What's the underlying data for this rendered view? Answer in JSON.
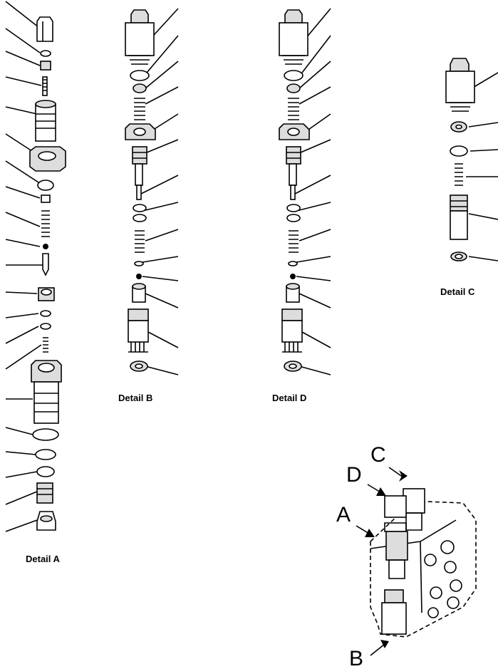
{
  "captions": {
    "detail_a": "Detail A",
    "detail_b": "Detail B",
    "detail_c": "Detail C",
    "detail_d": "Detail D"
  },
  "view_labels": {
    "a": "A",
    "b": "B",
    "c": "C",
    "d": "D"
  }
}
